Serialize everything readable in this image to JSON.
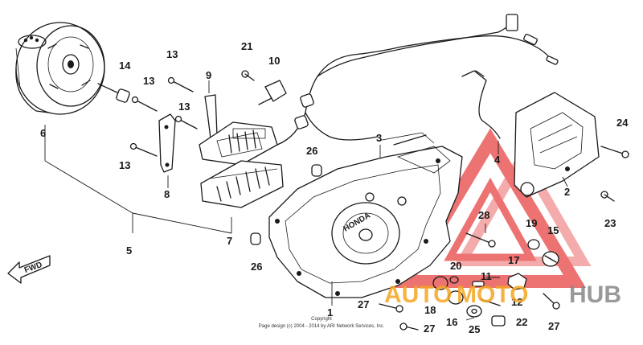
{
  "parts": {
    "p1": "1",
    "p2": "2",
    "p3": "3",
    "p4": "4",
    "p5": "5",
    "p6": "6",
    "p7": "7",
    "p8": "8",
    "p9": "9",
    "p10": "10",
    "p11": "11",
    "p12": "12",
    "p13a": "13",
    "p13b": "13",
    "p13c": "13",
    "p13d": "13",
    "p14": "14",
    "p15": "15",
    "p16": "16",
    "p17": "17",
    "p18": "18",
    "p19": "19",
    "p20": "20",
    "p21": "21",
    "p22": "22",
    "p23": "23",
    "p24": "24",
    "p25": "25",
    "p26a": "26",
    "p26b": "26",
    "p27a": "27",
    "p27b": "27",
    "p27c": "27",
    "p28": "28"
  },
  "direction_label": "FWD",
  "cover_logo": "HONDA",
  "copyright": {
    "line1": "Copyright",
    "line2": "Page design (c) 2004 - 2014 by ARI Network Services, Inc."
  },
  "watermark": {
    "word_auto": "AUTO",
    "word_moto": "MOTO",
    "word_hub": "HUB",
    "color_red": "#e84545",
    "color_orange": "#f5a623",
    "color_gray": "#888888"
  }
}
